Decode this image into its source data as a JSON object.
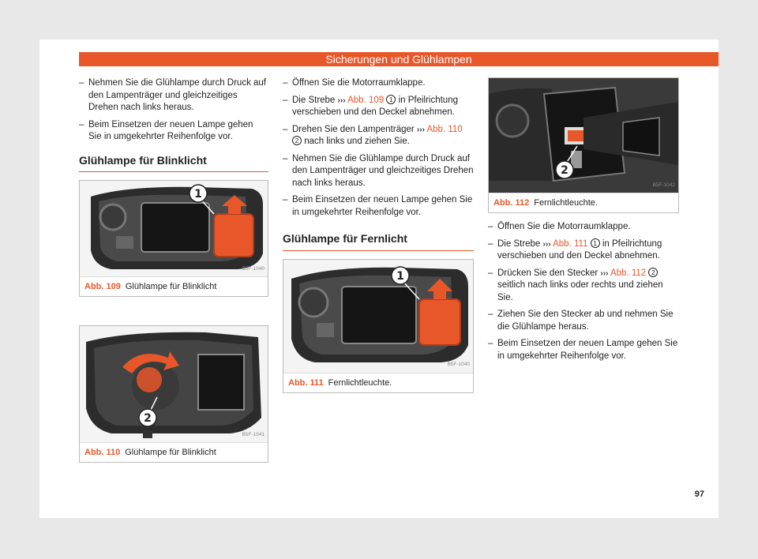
{
  "header": {
    "title": "Sicherungen und Glühlampen"
  },
  "col1": {
    "steps": [
      "Nehmen Sie die Glühlampe durch Druck auf den Lampenträger und gleichzeitiges Drehen nach links heraus.",
      "Beim Einsetzen der neuen Lampe gehen Sie in umgekehrter Reihenfolge vor."
    ],
    "section_title": "Glühlampe für Blinklicht",
    "fig109": {
      "label": "Abb. 109",
      "caption": "Glühlampe für Blinklicht",
      "code": "B5F-1040",
      "callout": "1"
    },
    "fig110": {
      "label": "Abb. 110",
      "caption": "Glühlampe für Blinklicht",
      "code": "B5F-1041",
      "callout": "2"
    }
  },
  "col2": {
    "step1": "Öffnen Sie die Motorraumklappe.",
    "step2_pre": "Die Strebe",
    "step2_arrows": "›››",
    "step2_ref": "Abb. 109",
    "step2_badge": "1",
    "step2_post": "in Pfeilrichtung verschieben und den Deckel abnehmen.",
    "step3_pre": "Drehen Sie den Lampenträger",
    "step3_arrows": "›››",
    "step3_ref": "Abb. 110",
    "step3_badge": "2",
    "step3_post": "nach links und ziehen Sie.",
    "step4": "Nehmen Sie die Glühlampe durch Druck auf den Lampenträger und gleichzeitiges Drehen nach links heraus.",
    "step5": "Beim Einsetzen der neuen Lampe gehen Sie in umgekehrter Reihenfolge vor.",
    "section_title": "Glühlampe für Fernlicht",
    "fig111": {
      "label": "Abb. 111",
      "caption": "Fernlichtleuchte.",
      "code": "B5F-1040",
      "callout": "1"
    }
  },
  "col3": {
    "fig112": {
      "label": "Abb. 112",
      "caption": "Fernlichtleuchte.",
      "code": "B5F-1042",
      "callout": "2"
    },
    "step1": "Öffnen Sie die Motorraumklappe.",
    "step2_pre": "Die Strebe",
    "step2_arrows": "›››",
    "step2_ref": "Abb. 111",
    "step2_badge": "1",
    "step2_post": "in Pfeilrichtung verschieben und den Deckel abnehmen.",
    "step3_pre": "Drücken Sie den Stecker",
    "step3_arrows": "›››",
    "step3_ref": "Abb. 112",
    "step3_badge": "2",
    "step3_post": "seitlich nach links oder rechts und ziehen Sie.",
    "step4": "Ziehen Sie den Stecker ab und nehmen Sie die Glühlampe heraus.",
    "step5": "Beim Einsetzen der neuen Lampe gehen Sie in umgekehrter Reihenfolge vor."
  },
  "page_number": "97",
  "colors": {
    "accent": "#e8572a"
  }
}
